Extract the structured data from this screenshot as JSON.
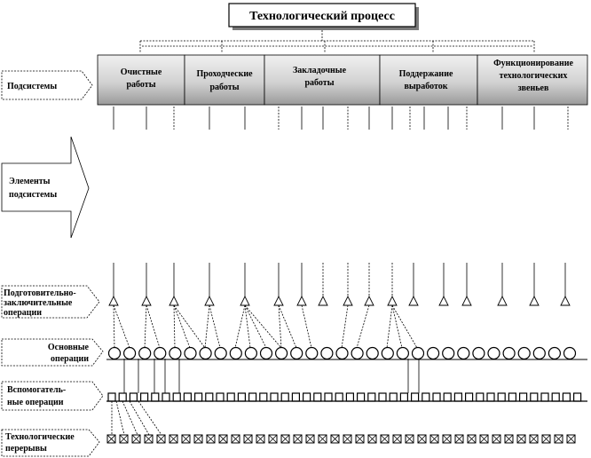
{
  "title": "Технологический процесс",
  "subsystems_label": "Подсистемы",
  "subsystems": [
    {
      "line1": "Очистные",
      "line2": "работы"
    },
    {
      "line1": "Проходческие",
      "line2": "работы"
    },
    {
      "line1": "Закладочные",
      "line2": "работы"
    },
    {
      "line1": "Поддержание",
      "line2": "выработок"
    },
    {
      "line1": "Функционирование",
      "line2": "технологических",
      "line3": "звеньев"
    }
  ],
  "elements_label": {
    "line1": "Элементы",
    "line2": "подсистемы"
  },
  "prep_label": {
    "line1": "Подготовительно-",
    "line2": "заключительные",
    "line3": "операции"
  },
  "main_label": {
    "line1": "Основные",
    "line2": "операции"
  },
  "aux_label": {
    "line1": "Вспомогатель-",
    "line2": "ные операции"
  },
  "breaks_label": {
    "line1": "Технологические",
    "line2": "перерывы"
  },
  "colors": {
    "stroke": "#000000",
    "box_light": "#ececec",
    "box_dark": "#9a9a9a",
    "title_shadow": "#7a7a7a"
  }
}
